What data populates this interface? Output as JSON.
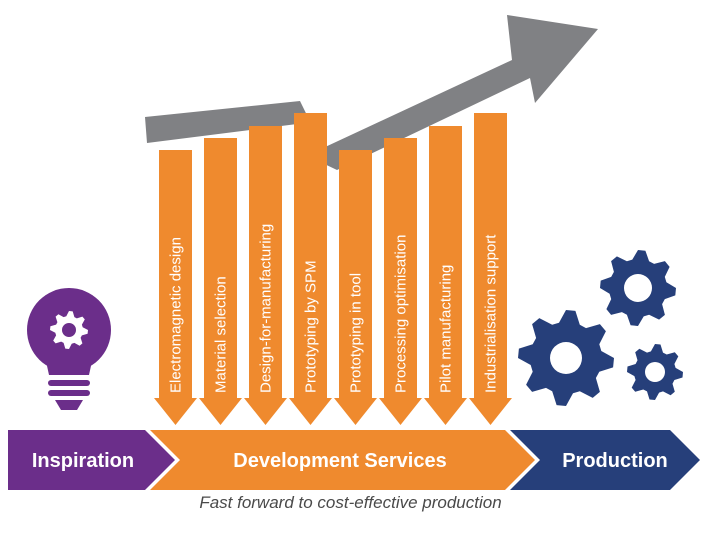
{
  "flow": {
    "inspiration": "Inspiration",
    "development": "Development Services",
    "production": "Production"
  },
  "services": [
    "Electromagnetic design",
    "Material selection",
    "Design-for-manufacturing",
    "Prototyping by SPM",
    "Prototyping in tool",
    "Processing optimisation",
    "Pilot manufacturing",
    "Industrialisation support"
  ],
  "caption": "Fast forward to cost-effective production",
  "colors": {
    "purple": "#6b2e8a",
    "orange": "#ef8a2e",
    "navy": "#263f7a",
    "grey": "#808184"
  },
  "icons": [
    "lightbulb-gear-icon",
    "gears-icon",
    "trend-arrow-icon"
  ]
}
